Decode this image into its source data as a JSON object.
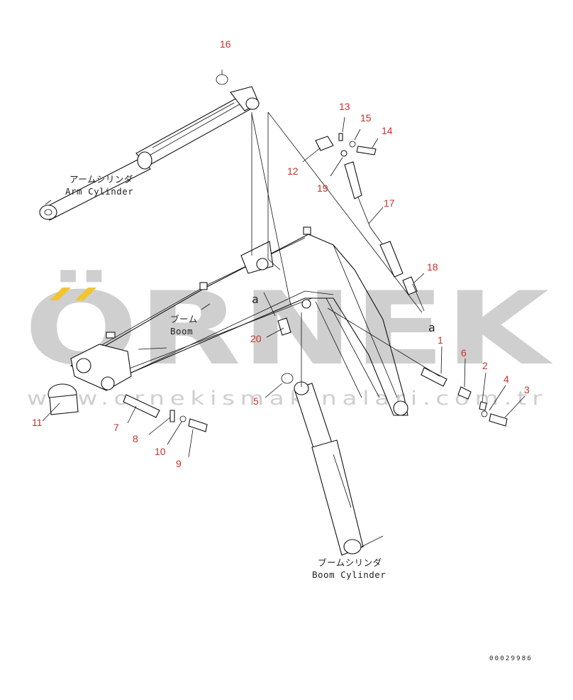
{
  "watermark": {
    "brand": "ÖRNEK",
    "url": "www.ornekismakinalari.com.tr",
    "accent_color": "#f2c52e"
  },
  "labels": {
    "arm_cylinder_jp": "アームシリンダ",
    "arm_cylinder_en": "Arm Cylinder",
    "boom_jp": "ブーム",
    "boom_en": "Boom",
    "boom_cylinder_jp": "ブームシリンダ",
    "boom_cylinder_en": "Boom Cylinder",
    "ref_a_left": "a",
    "ref_a_right": "a"
  },
  "callouts": [
    "1",
    "2",
    "3",
    "4",
    "5",
    "6",
    "7",
    "8",
    "9",
    "10",
    "11",
    "12",
    "13",
    "14",
    "15",
    "16",
    "17",
    "18",
    "19",
    "20"
  ],
  "drawing_code": "00029986",
  "colors": {
    "callout": "#c8312b",
    "line": "#111111",
    "watermark": "#cfcfcf"
  }
}
